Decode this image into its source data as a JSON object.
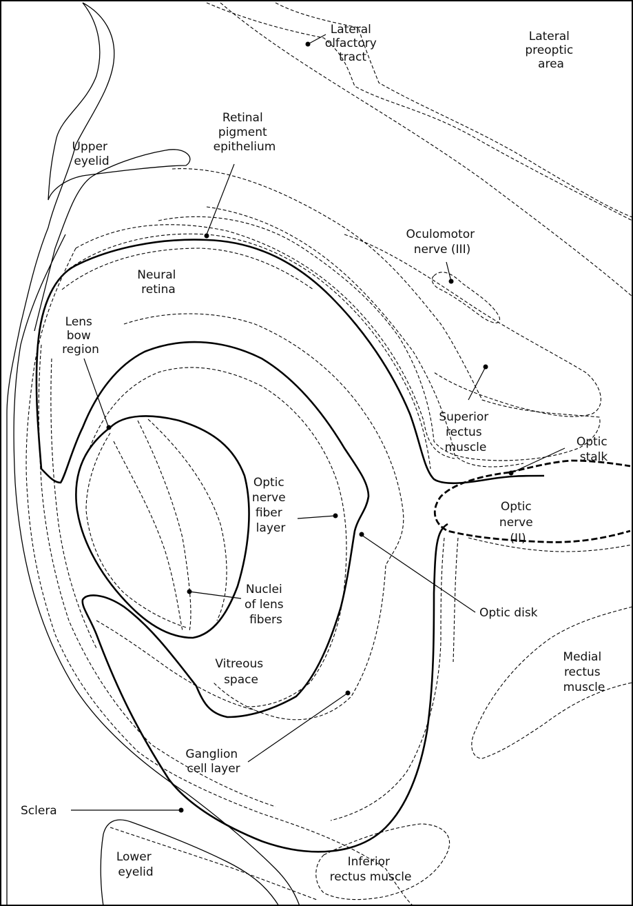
{
  "labels": {
    "lateral_olfactory_tract": [
      "Lateral",
      "olfactory",
      "tract"
    ],
    "lateral_preoptic_area": [
      "Lateral",
      "preoptic",
      "area"
    ],
    "upper_eyelid": [
      "Upper",
      "eyelid"
    ],
    "retinal_pigment_epithelium": [
      "Retinal",
      "pigment",
      "epithelium"
    ],
    "oculomotor_nerve": [
      "Oculomotor",
      "nerve (III)"
    ],
    "neural_retina": [
      "Neural",
      "retina"
    ],
    "lens_bow_region": [
      "Lens",
      "bow",
      "region"
    ],
    "superior_rectus_muscle": [
      "Superior",
      "rectus",
      "muscle"
    ],
    "optic_stalk": [
      "Optic",
      "stalk"
    ],
    "optic_nerve_fiber_layer": [
      "Optic",
      "nerve",
      "fiber",
      "layer"
    ],
    "optic_nerve": [
      "Optic",
      "nerve",
      "(II)"
    ],
    "optic_disk": [
      "Optic disk"
    ],
    "nuclei_of_lens_fibers": [
      "Nuclei",
      "of lens",
      "fibers"
    ],
    "medial_rectus_muscle": [
      "Medial",
      "rectus",
      "muscle"
    ],
    "vitreous_space": [
      "Vitreous",
      "space"
    ],
    "ganglion_cell_layer": [
      "Ganglion",
      "cell layer"
    ],
    "sclera": [
      "Sclera"
    ],
    "lower_eyelid": [
      "Lower",
      "eyelid"
    ],
    "inferior_rectus_muscle": [
      "Inferior",
      "rectus muscle"
    ]
  }
}
